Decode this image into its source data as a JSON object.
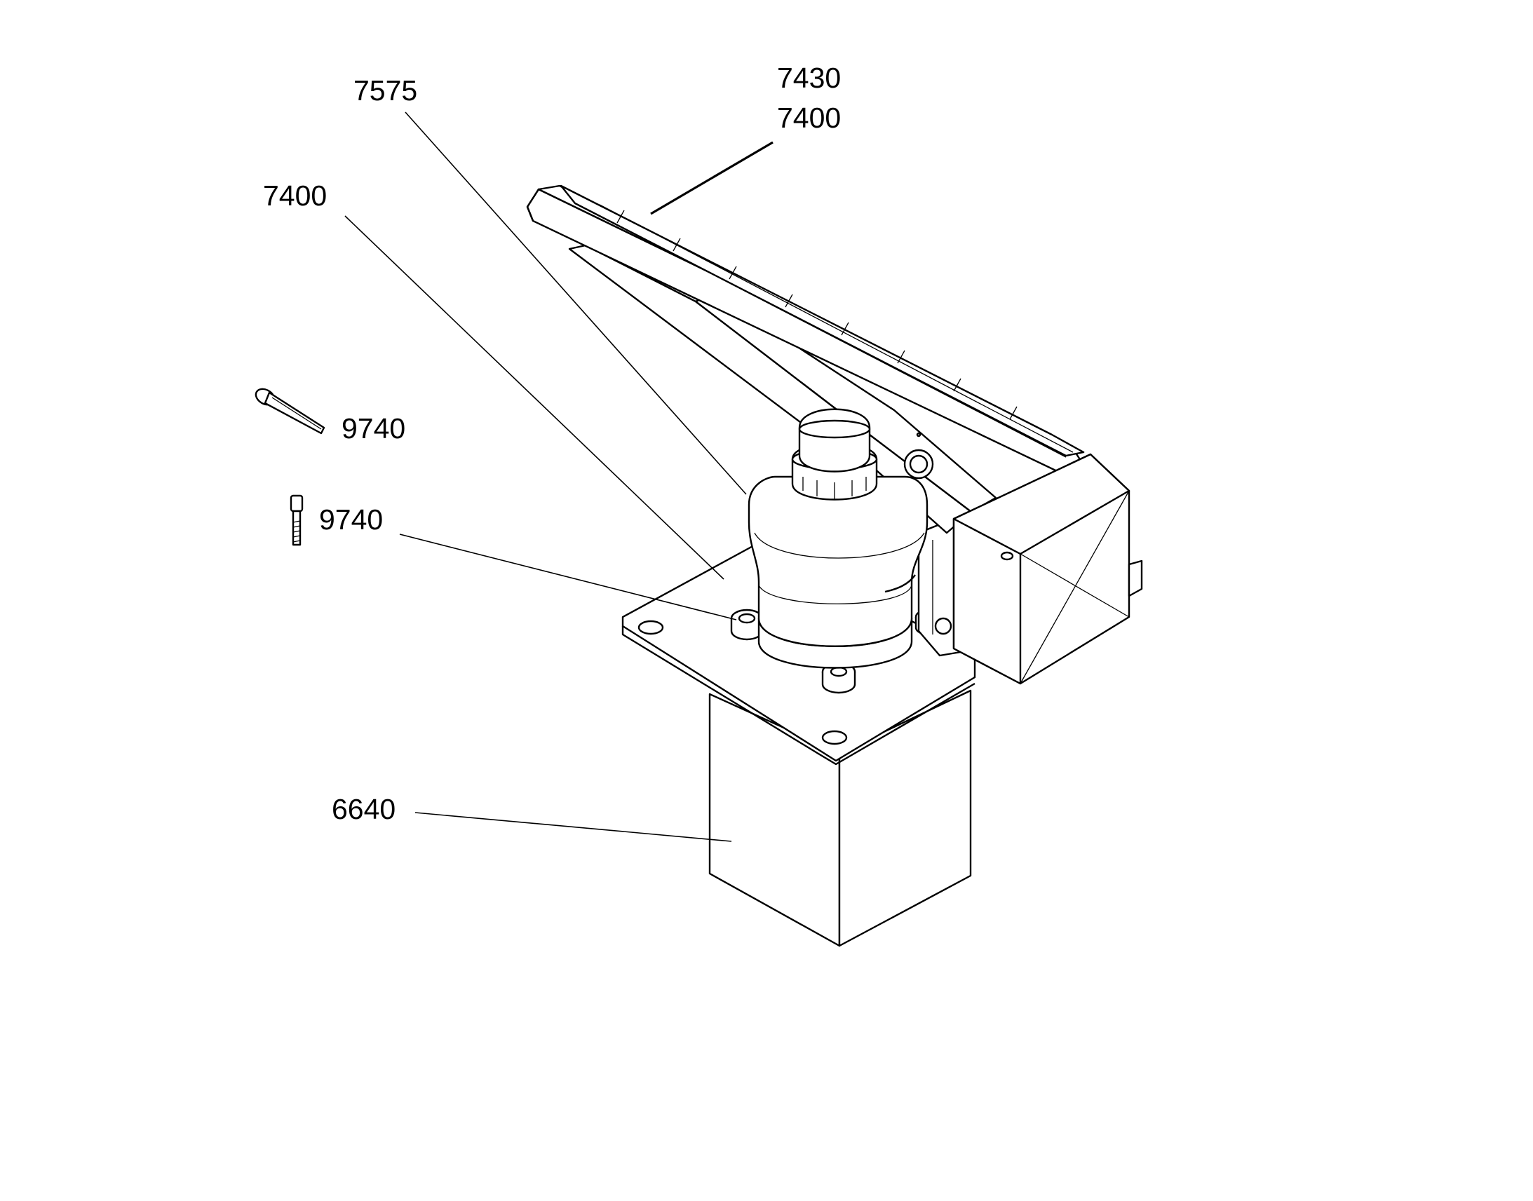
{
  "callouts": {
    "c7430": "7430",
    "c7400_top": "7400",
    "c7575": "7575",
    "c7400_left": "7400",
    "c9740_pin": "9740",
    "c9740_screw": "9740",
    "c6640": "6640"
  },
  "colors": {
    "line": "#000000",
    "background": "#ffffff"
  }
}
